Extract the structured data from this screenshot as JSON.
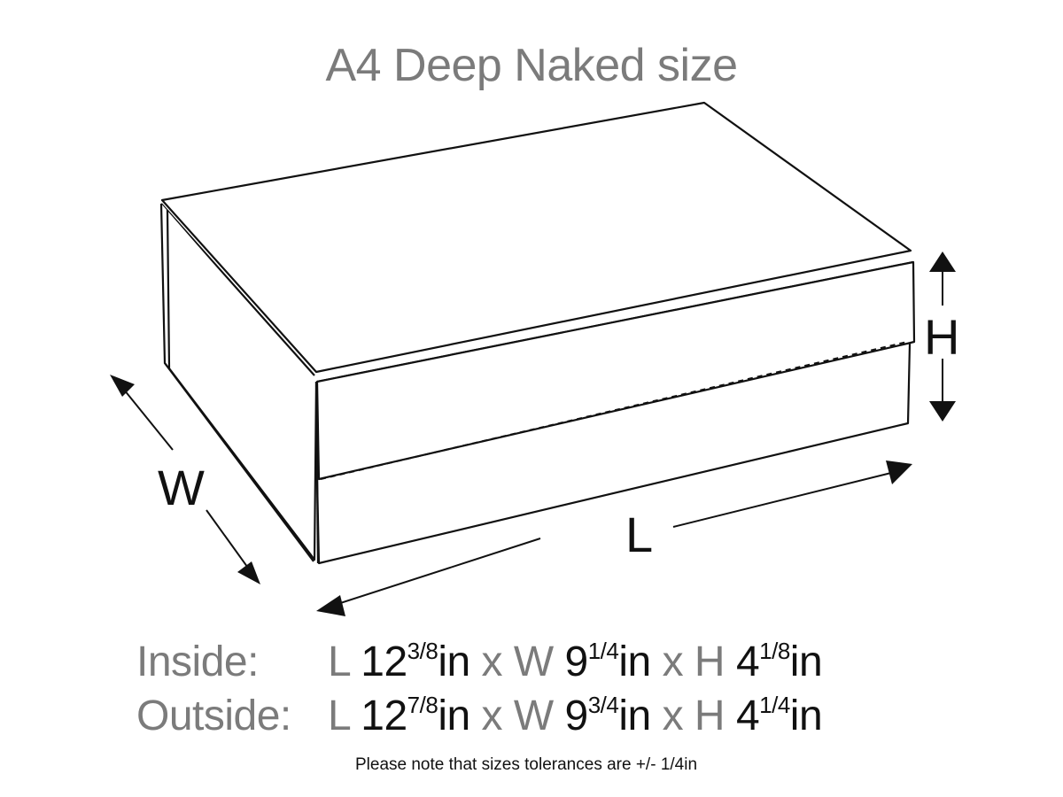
{
  "title": "A4 Deep Naked size",
  "diagram": {
    "axis_labels": {
      "length": "L",
      "width": "W",
      "height": "H"
    },
    "line_color": "#111111"
  },
  "dimensions": {
    "inside": {
      "label": "Inside:",
      "l_prefix": "L",
      "l_whole": "12",
      "l_frac": "3/8",
      "l_unit": "in",
      "x1": "x",
      "w_prefix": "W",
      "w_whole": "9",
      "w_frac": "1/4",
      "w_unit": "in",
      "x2": "x",
      "h_prefix": "H",
      "h_whole": "4",
      "h_frac": "1/8",
      "h_unit": "in"
    },
    "outside": {
      "label": "Outside:",
      "l_prefix": "L",
      "l_whole": "12",
      "l_frac": "7/8",
      "l_unit": "in",
      "x1": "x",
      "w_prefix": "W",
      "w_whole": "9",
      "w_frac": "3/4",
      "w_unit": "in",
      "x2": "x",
      "h_prefix": "H",
      "h_whole": "4",
      "h_frac": "1/4",
      "h_unit": "in"
    }
  },
  "note": "Please note that sizes tolerances are +/- 1/4in",
  "colors": {
    "gray_text": "#7b7b7b",
    "black_text": "#111111",
    "background": "#ffffff"
  }
}
